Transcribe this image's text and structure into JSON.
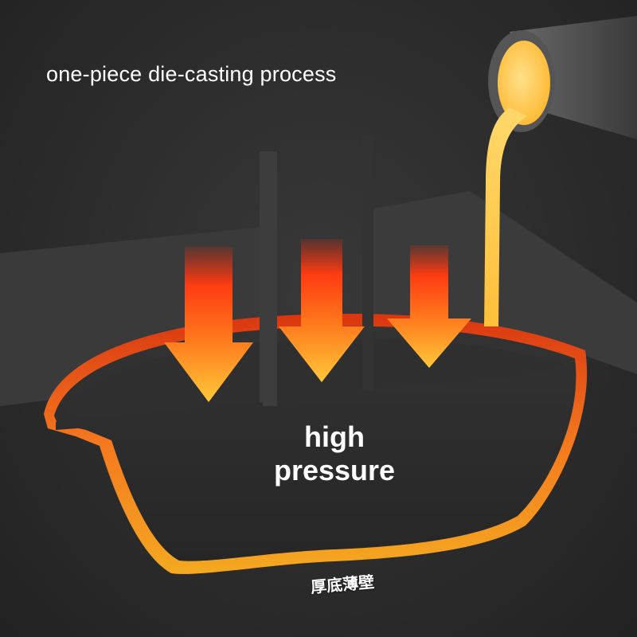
{
  "caption": "one-piece die-casting process",
  "pressure": {
    "line1": "high",
    "line2": "pressure"
  },
  "bottom_label": "厚底薄壁",
  "colors": {
    "background": "#2c2c2c",
    "molten_metal": "#ffd966",
    "arrow_top": "#ff3a10",
    "arrow_bottom": "#ffc42e",
    "glow_rim": "#ff6a1a"
  },
  "icons": [
    "down-arrow-icon",
    "ladle-icon"
  ]
}
